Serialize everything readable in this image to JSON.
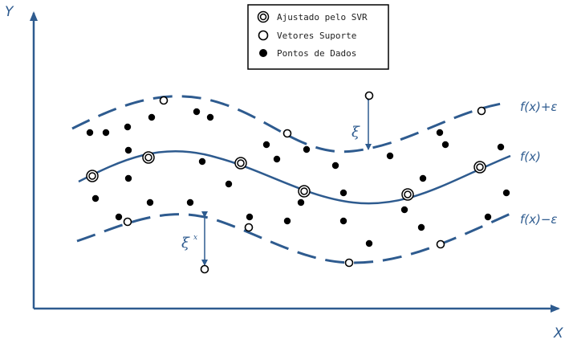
{
  "axes": {
    "y_label": "Y",
    "x_label": "X"
  },
  "legend": {
    "items": [
      {
        "marker": "ring-dot",
        "label": "Ajustado pelo SVR"
      },
      {
        "marker": "open-circle",
        "label": "Vetores Suporte"
      },
      {
        "marker": "filled-circle",
        "label": "Pontos de Dados"
      }
    ]
  },
  "curves": {
    "upper_label": "f(x)+ε",
    "center_label": "f(x)",
    "lower_label": "f(x)−ε"
  },
  "annotations": {
    "xi_label": "ξ",
    "xi_star_label": "ξ",
    "xi_star_sup": "x"
  },
  "colors": {
    "curve": "#2e5b8f",
    "axis": "#2e5b8f",
    "point": "#000000"
  }
}
